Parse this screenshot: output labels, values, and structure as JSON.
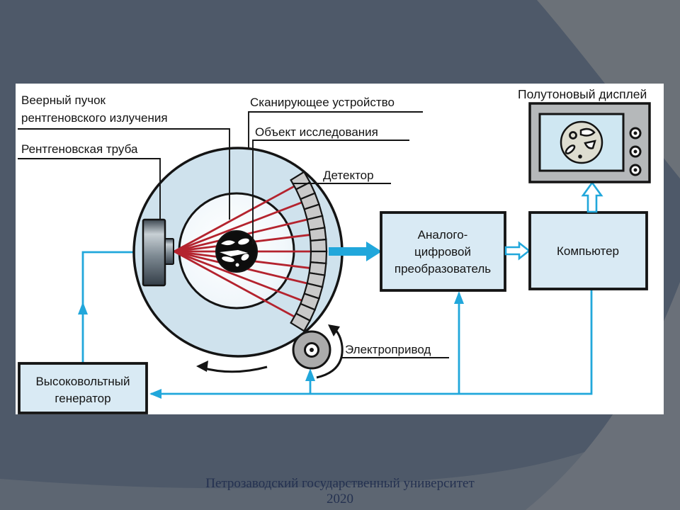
{
  "slide": {
    "footer": {
      "line1": "Петрозаводский государственный университет",
      "line2": "2020"
    }
  },
  "diagram": {
    "labels": {
      "fan_beam_line1": "Веерный пучок",
      "fan_beam_line2": "рентгеновского излучения",
      "xray_tube": "Рентгеновская труба",
      "scanner": "Сканирующее устройство",
      "object": "Объект исследования",
      "detector": "Детектор",
      "display": "Полутоновый дисплей",
      "drive": "Электропривод"
    },
    "boxes": {
      "adc": {
        "line1": "Аналого-",
        "line2": "цифровой",
        "line3": "преобразователь"
      },
      "computer": {
        "label": "Компьютер"
      },
      "generator": {
        "line1": "Высоковольтный",
        "line2": "генератор"
      }
    },
    "colors": {
      "signal_blue": "#21a7db",
      "beam_red": "#b4232e",
      "box_fill": "#d9eaf4",
      "gantry_fill": "#cfe2ed",
      "panel_white": "#ffffff",
      "slide_background": "#4e5969"
    }
  }
}
